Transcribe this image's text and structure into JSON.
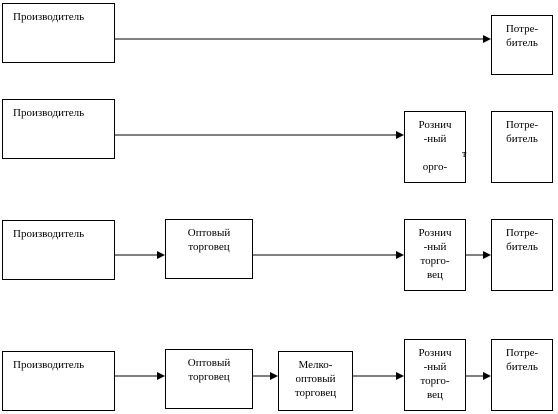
{
  "labels": {
    "producer": "Производитель",
    "consumer": "Потре-\nбитель",
    "wholesaler": "Оптовый\nторговец",
    "small_wholesaler": "Мелко-\nоптовый\nторговец",
    "retailer": "Рознич\n-ный\nторго-\nвец",
    "retailer_partial": "Рознич\n-ный\n\nорго-",
    "stray_char": "т"
  }
}
